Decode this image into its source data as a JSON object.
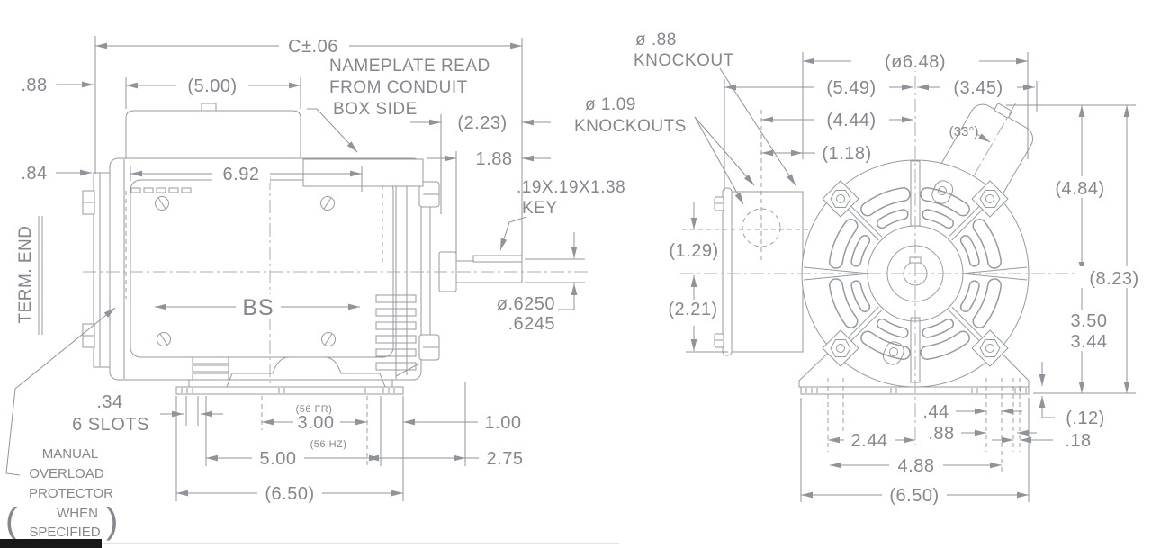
{
  "left_view": {
    "dim_overall": "C±.06",
    "dim_conduit_width": "(5.00)",
    "dim_end_offset_top": ".88",
    "dim_end_offset_mid": ".84",
    "dim_body_length": "6.92",
    "note_nameplate_line1": "NAMEPLATE READ",
    "note_nameplate_line2": "FROM CONDUIT",
    "note_nameplate_line3": "BOX SIDE",
    "dim_shaft_ext": "(2.23)",
    "dim_shaft_usable": "1.88",
    "note_key_line1": ".19X.19X1.38",
    "note_key_line2": "KEY",
    "dim_shaft_dia_max": "ø.6250",
    "dim_shaft_dia_min": ".6245",
    "label_bs": "BS",
    "label_term_end": "TERM. END",
    "dim_slot_width": ".34",
    "label_slot_count": "6 SLOTS",
    "note_overload_line1": "MANUAL",
    "note_overload_line2": "OVERLOAD",
    "note_overload_line3": "PROTECTOR",
    "note_overload_line4": "WHEN",
    "note_overload_line5": "SPECIFIED",
    "paren_open": "(",
    "paren_close": ")",
    "tag_56fr": "(56 FR)",
    "dim_foot_56fr": "3.00",
    "tag_56hz": "(56 HZ)",
    "dim_foot_56hz": "5.00",
    "dim_base_length": "(6.50)",
    "dim_face_to_foot": "1.00",
    "dim_ba": "2.75"
  },
  "right_view": {
    "note_knockout88_line1": "ø .88",
    "note_knockout88_line2": "KNOCKOUT",
    "note_knockout109_line1": "ø 1.09",
    "note_knockout109_line2": "KNOCKOUTS",
    "dim_outer_dia": "(ø6.48)",
    "dim_box_to_center": "(5.49)",
    "dim_center_to_box_top": "(3.45)",
    "dim_knockout_to_center": "(4.44)",
    "dim_knockout_to_edge": "(1.18)",
    "angle_conduit_box": "(33°)",
    "dim_knockout_drop": "(1.29)",
    "dim_center_to_box_bottom": "(2.21)",
    "dim_center_to_top": "(4.84)",
    "dim_overall_height": "(8.23)",
    "dim_shaft_height_max": "3.50",
    "dim_shaft_height_min": "3.44",
    "dim_base_pad": "(.12)",
    "dim_foot_slot_width": ".44",
    "dim_foot_slot_pitch": ".88",
    "dim_foot_slot_end": ".18",
    "dim_center_to_slot": "2.44",
    "dim_slot_span": "4.88",
    "dim_base_width": "(6.50)"
  }
}
